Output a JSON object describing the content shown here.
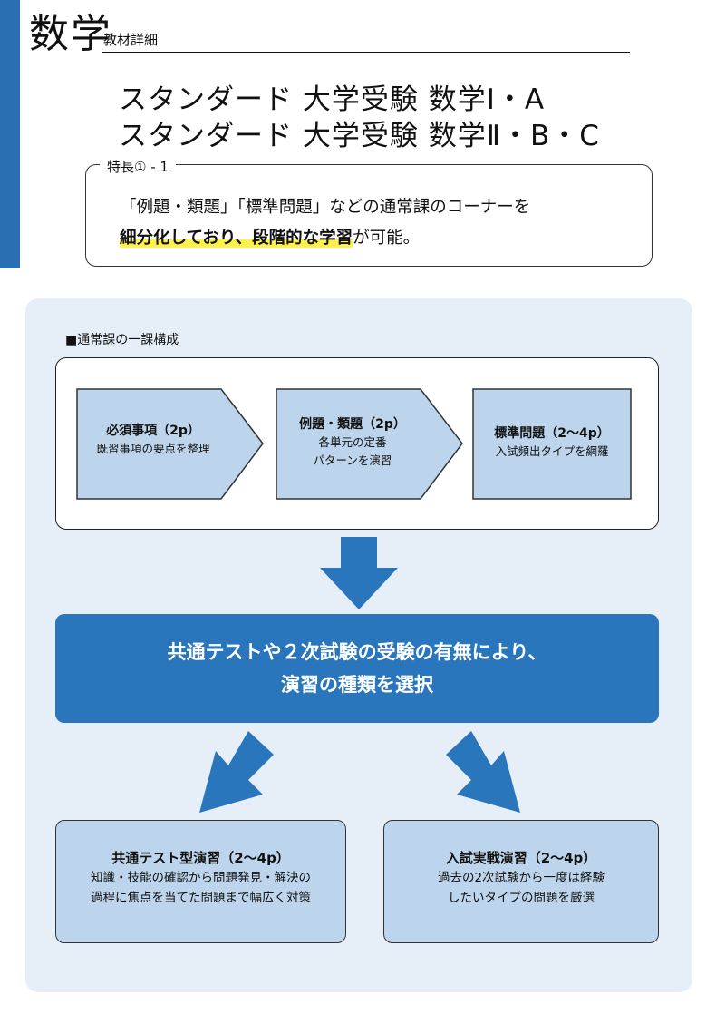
{
  "header": {
    "subject": "数学",
    "detail_label": "教材詳細",
    "title_line1": "スタンダード 大学受験 数学Ⅰ・A",
    "title_line2": "スタンダード 大学受験 数学Ⅱ・B・C"
  },
  "feature": {
    "tag": "特長① - 1",
    "line1": "「例題・類題」「標準問題」などの通常課のコーナーを",
    "line2_highlight": "細分化しており、段階的な学習",
    "line2_rest": "が可能。"
  },
  "structure": {
    "label": "■通常課の一課構成",
    "steps": [
      {
        "title": "必須事項（2p）",
        "desc1": "既習事項の要点を整理",
        "desc2": ""
      },
      {
        "title": "例題・類題（2p）",
        "desc1": "各単元の定番",
        "desc2": "パターンを演習"
      },
      {
        "title": "標準問題（2〜4p）",
        "desc1": "入試頻出タイプを網羅",
        "desc2": ""
      }
    ]
  },
  "banner": {
    "line1": "共通テストや２次試験の受験の有無により、",
    "line2": "演習の種類を選択"
  },
  "options": [
    {
      "title": "共通テスト型演習（2〜4p）",
      "desc1": "知識・技能の確認から問題発見・解決の",
      "desc2": "過程に焦点を当てた問題まで幅広く対策"
    },
    {
      "title": "入試実戦演習（2〜4p）",
      "desc1": "過去の2次試験から一度は経験",
      "desc2": "したいタイプの問題を厳選"
    }
  ],
  "colors": {
    "accent_blue": "#2a76bd",
    "panel_bg": "#e6eef8",
    "step_fill": "#bcd5ec",
    "highlight": "#fff04a"
  }
}
